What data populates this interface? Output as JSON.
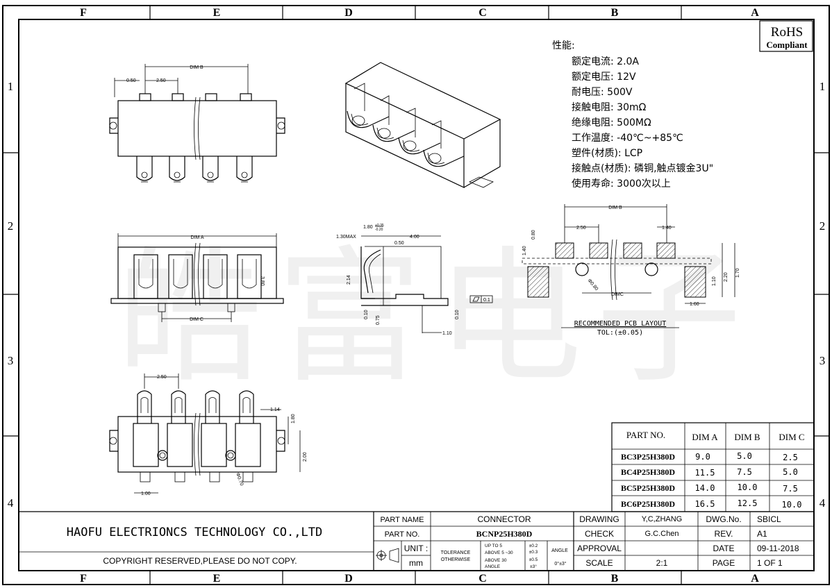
{
  "zones": {
    "columns": [
      "F",
      "E",
      "D",
      "C",
      "B",
      "A"
    ],
    "rows": [
      "1",
      "2",
      "3",
      "4"
    ]
  },
  "rohs": {
    "line1": "RoHS",
    "line2": "Compliant"
  },
  "specs": {
    "heading": "性能:",
    "lines": [
      "额定电流: 2.0A",
      "额定电压: 12V",
      "耐电压: 500V",
      "接触电阻: 30mΩ",
      "绝缘电阻: 500MΩ",
      "工作温度: -40℃~+85℃",
      "塑件(材质): LCP",
      "接触点(材质): 磷铜,触点镀金3U\"",
      "使用寿命: 3000次以上"
    ]
  },
  "watermark": "皓富电子",
  "top_view": {
    "dim_b": "DIM B",
    "d050": "0.50",
    "d250": "2.50"
  },
  "front_view": {
    "dim_a": "DIM A",
    "dim_c": "DIM C",
    "d380": "3.80"
  },
  "side_view": {
    "d130max": "1.30MAX",
    "d180": "1.80",
    "tol_plus": "+0.35",
    "tol_minus": "-0.20",
    "d400": "4.00",
    "d050": "0.50",
    "d214": "2.14",
    "d010a": "0.10",
    "d075": "0.75",
    "d010b": "0.10",
    "d110": "1.10",
    "flat": "0.1"
  },
  "pcb": {
    "dim_b": "DIM B",
    "d250": "2.50",
    "d140a": "1.40",
    "d080": "0.80",
    "d140b": "1.40",
    "phi": "Φ0.80",
    "dim_c": "DIMC",
    "d110": "1.10",
    "d220": "2.20",
    "d170": "1.70",
    "d160": "1.60",
    "title": "RECOMMENDED PCB LAYOUT",
    "tol": "TOL:(±0.05)"
  },
  "bottom_view": {
    "d250": "2.50",
    "d114": "1.14",
    "d180": "1.80",
    "d200": "2.00",
    "d100": "1.00",
    "phi": "Φ0.70"
  },
  "part_table": {
    "headers": [
      "PART NO.",
      "DIM A",
      "DIM B",
      "DIM C"
    ],
    "rows": [
      [
        "BC3P25H380D",
        "9.0",
        "5.0",
        "2.5"
      ],
      [
        "BC4P25H380D",
        "11.5",
        "7.5",
        "5.0"
      ],
      [
        "BC5P25H380D",
        "14.0",
        "10.0",
        "7.5"
      ],
      [
        "BC6P25H380D",
        "16.5",
        "12.5",
        "10.0"
      ]
    ]
  },
  "title_block": {
    "company": "HAOFU ELECTRIONCS TECHNOLOGY CO.,LTD",
    "copyright": "COPYRIGHT RESERVED,PLEASE DO NOT COPY.",
    "part_name_label": "PART NAME",
    "part_name": "CONNECTOR",
    "part_no_label": "PART NO.",
    "part_no": "BCNP25H380D",
    "unit_label": "UNIT :",
    "unit": "mm",
    "tolerance_label": "TOLERANCE",
    "otherwise_label": "OTHERWISE",
    "tol_rows": [
      [
        "UP TO 5",
        "±0.2"
      ],
      [
        "ABOVE 5 ~30",
        "±0.3"
      ],
      [
        "ABOVE 30",
        "±0.5"
      ],
      [
        "ANGLE",
        "±3°"
      ]
    ],
    "angle_label": "ANGLE",
    "angle_val": "0°±3°",
    "drawing_label": "DRAWING",
    "drawing": "Y,C,ZHANG",
    "check_label": "CHECK",
    "check": "G.C.Chen",
    "approval_label": "APPROVAL",
    "scale_label": "SCALE",
    "scale": "2:1",
    "dwg_label": "DWG.No.",
    "dwg": "SBICL",
    "rev_label": "REV.",
    "rev": "A1",
    "date_label": "DATE",
    "date": "09-11-2018",
    "page_label": "PAGE",
    "page": "1 OF 1"
  }
}
